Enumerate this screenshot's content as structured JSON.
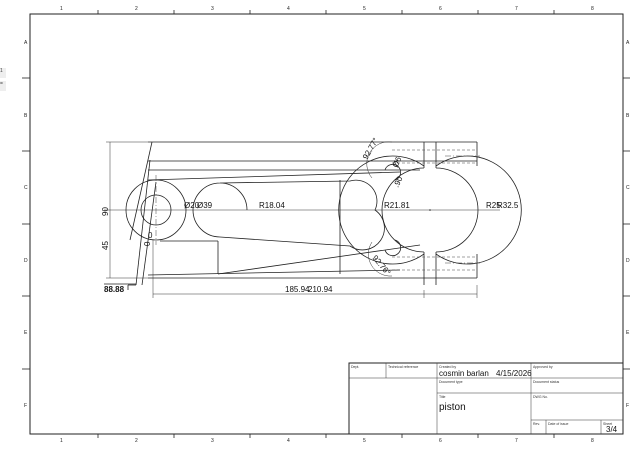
{
  "sheet": {
    "zones_columns": [
      "1",
      "2",
      "3",
      "4",
      "5",
      "6",
      "7",
      "8"
    ],
    "zones_rows": [
      "A",
      "B",
      "C",
      "D",
      "E",
      "F"
    ]
  },
  "title_block": {
    "dept_label": "Dept.",
    "tech_ref_label": "Technical reference",
    "created_by_label": "Created by",
    "created_by": "cosmin barlan",
    "date": "4/15/2026",
    "approved_by_label": "Approved by",
    "doc_type_label": "Document type",
    "doc_status_label": "Document status",
    "title_label": "Title",
    "title": "piston",
    "dwg_no_label": "DWG No.",
    "rev_label": "Rev.",
    "date_issue_label": "Date of issue",
    "sheet_label": "Sheet",
    "sheet": "3/4"
  },
  "dimensions": {
    "height_90": "90",
    "height_45": "45",
    "dia_20": "Ø20",
    "dia_39": "Ø39",
    "r18": "R18.04",
    "r21": "R21.81",
    "r25": "R25",
    "r32": "R32.5",
    "len1": "185.94",
    "len2": "210.94",
    "ang_top": "92.77°",
    "ang_bot": "92.76°",
    "zero1": "0",
    "zero2": "0",
    "left_val": "88.88",
    "top_small": "Ø6",
    "top_small2": ".90"
  },
  "side_ui": [
    "1",
    "="
  ]
}
